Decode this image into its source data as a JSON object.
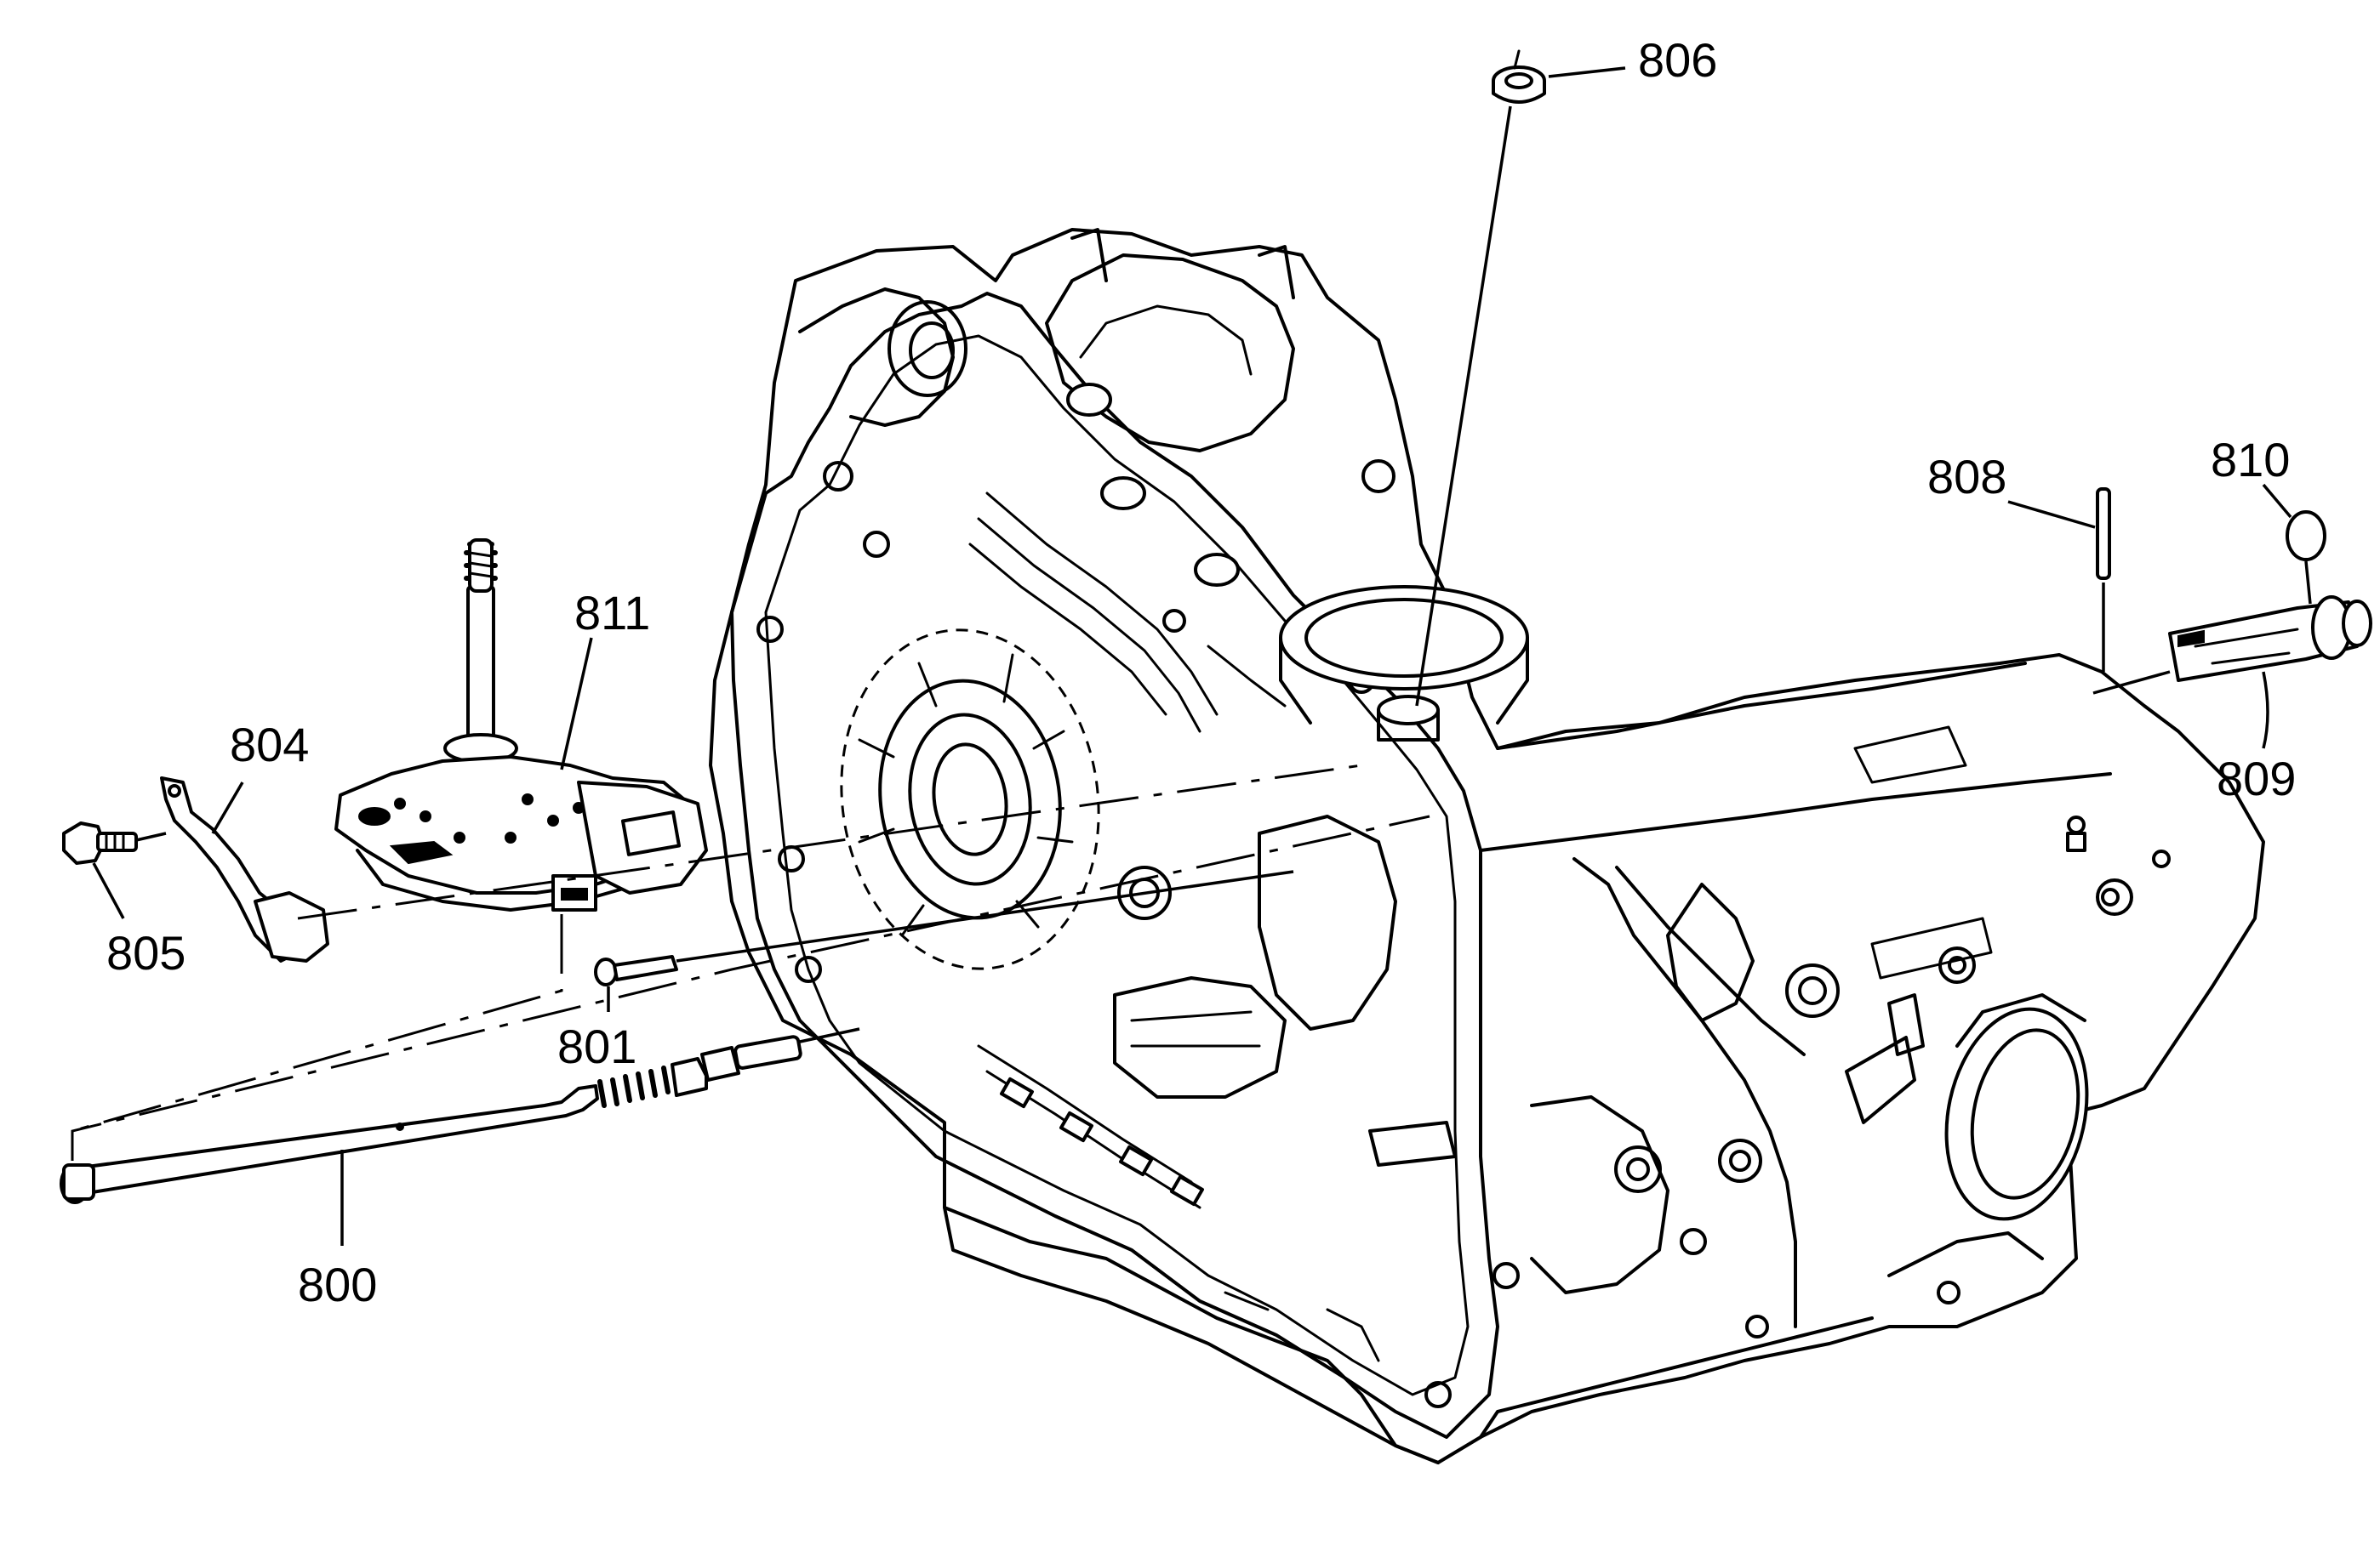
{
  "callouts": {
    "c800": "800",
    "c801": "801",
    "c804": "804",
    "c805": "805",
    "c806": "806",
    "c808": "808",
    "c809": "809",
    "c810": "810",
    "c811": "811"
  }
}
